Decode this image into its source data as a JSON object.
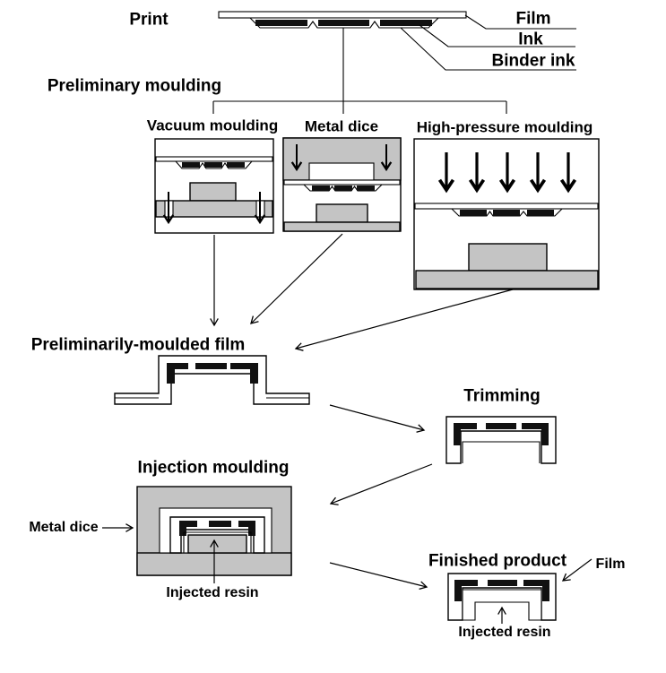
{
  "labels": {
    "print": "Print",
    "film_top": "Film",
    "ink": "Ink",
    "binder_ink": "Binder ink",
    "preliminary_moulding": "Preliminary moulding",
    "vacuum_moulding": "Vacuum moulding",
    "metal_dice_top": "Metal dice",
    "high_pressure_moulding": "High-pressure moulding",
    "preliminarily_moulded_film": "Preliminarily-moulded film",
    "trimming": "Trimming",
    "injection_moulding": "Injection moulding",
    "metal_dice_pointer": "Metal dice",
    "injected_resin_injection": "Injected resin",
    "finished_product": "Finished product",
    "film_finished": "Film",
    "injected_resin_finished": "Injected resin"
  },
  "flow": {
    "sequence": [
      "Print",
      "Preliminary moulding",
      "Preliminarily-moulded film",
      "Trimming",
      "Injection moulding",
      "Finished product"
    ],
    "preliminary_methods": [
      "Vacuum moulding",
      "Metal dice",
      "High-pressure moulding"
    ]
  },
  "colors": {
    "mold_gray": "#c4c4c4",
    "ink_black": "#111111",
    "line": "#000000",
    "background": "#ffffff"
  }
}
